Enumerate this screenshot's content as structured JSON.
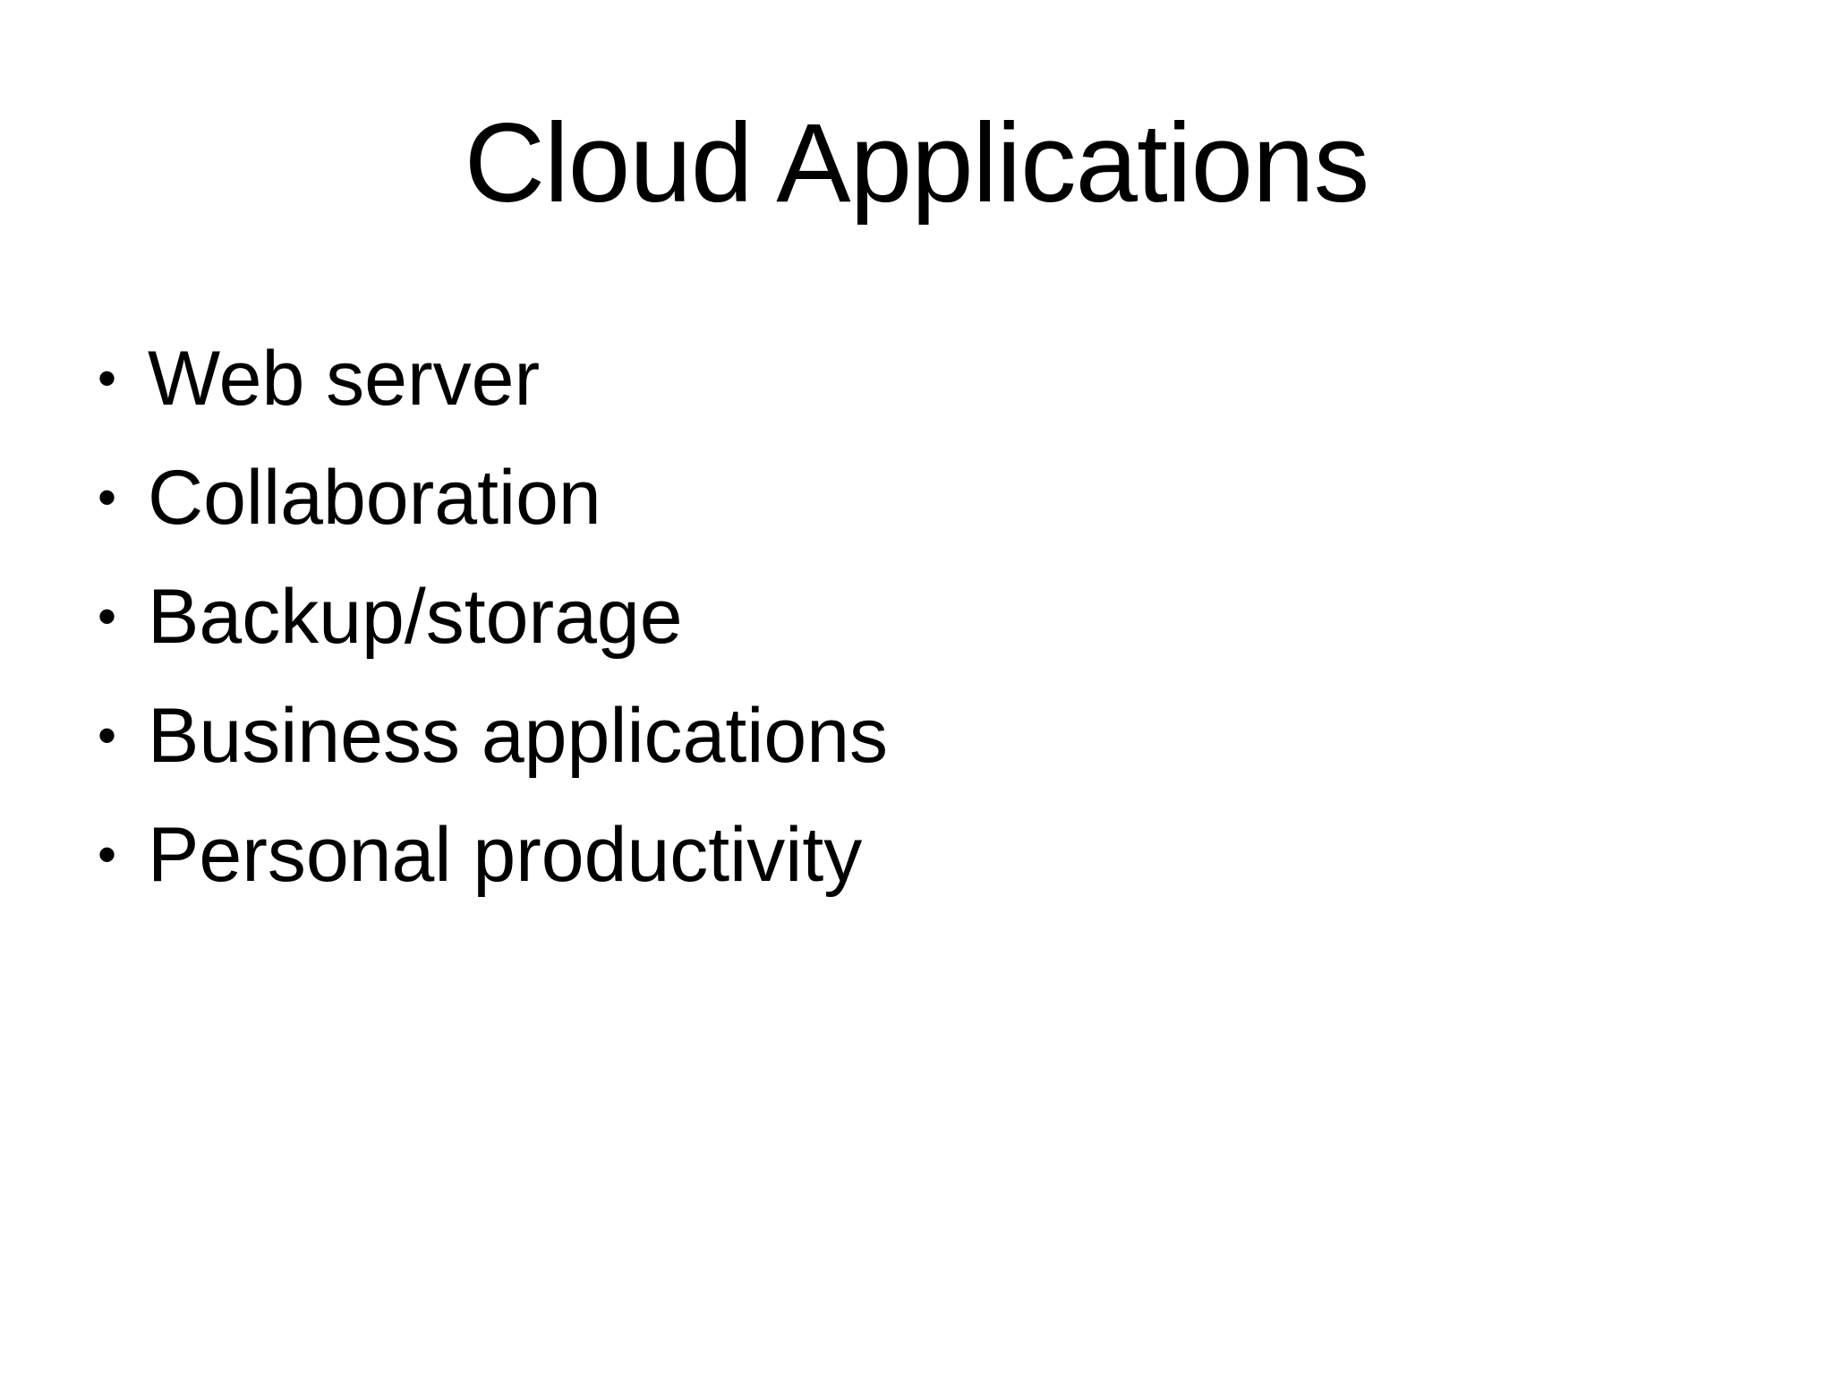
{
  "slide": {
    "title": "Cloud Applications",
    "bullet_glyph": "•",
    "bullets": [
      "Web server",
      "Collaboration",
      "Backup/storage",
      "Business applications",
      "Personal productivity"
    ],
    "colors": {
      "background": "#FFFFFF",
      "text": "#000000"
    }
  }
}
